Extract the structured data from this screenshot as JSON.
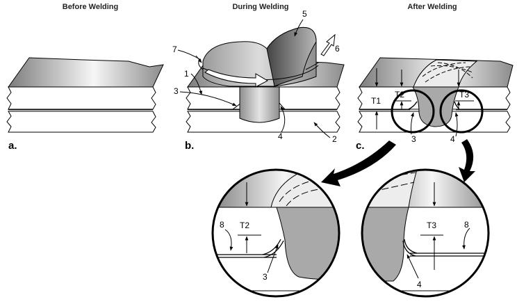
{
  "headers": {
    "before": "Before Welding",
    "during": "During Welding",
    "after": "After Welding"
  },
  "panels": {
    "a": "a.",
    "b": "b.",
    "c": "c."
  },
  "callouts": {
    "n1": "1",
    "n2": "2",
    "n3": "3",
    "n4": "4",
    "n5": "5",
    "n6": "6",
    "n7": "7",
    "n8": "8"
  },
  "thickness": {
    "t1": "T1",
    "t2": "T2",
    "t3": "T3"
  },
  "colors": {
    "plate_face": "#ffffff",
    "plate_top_light": "#f4f4f4",
    "plate_top_dark": "#8a8a8a",
    "weld_nugget": "#a9a9a9",
    "tool": "#bdbdbd",
    "line": "#000000"
  }
}
